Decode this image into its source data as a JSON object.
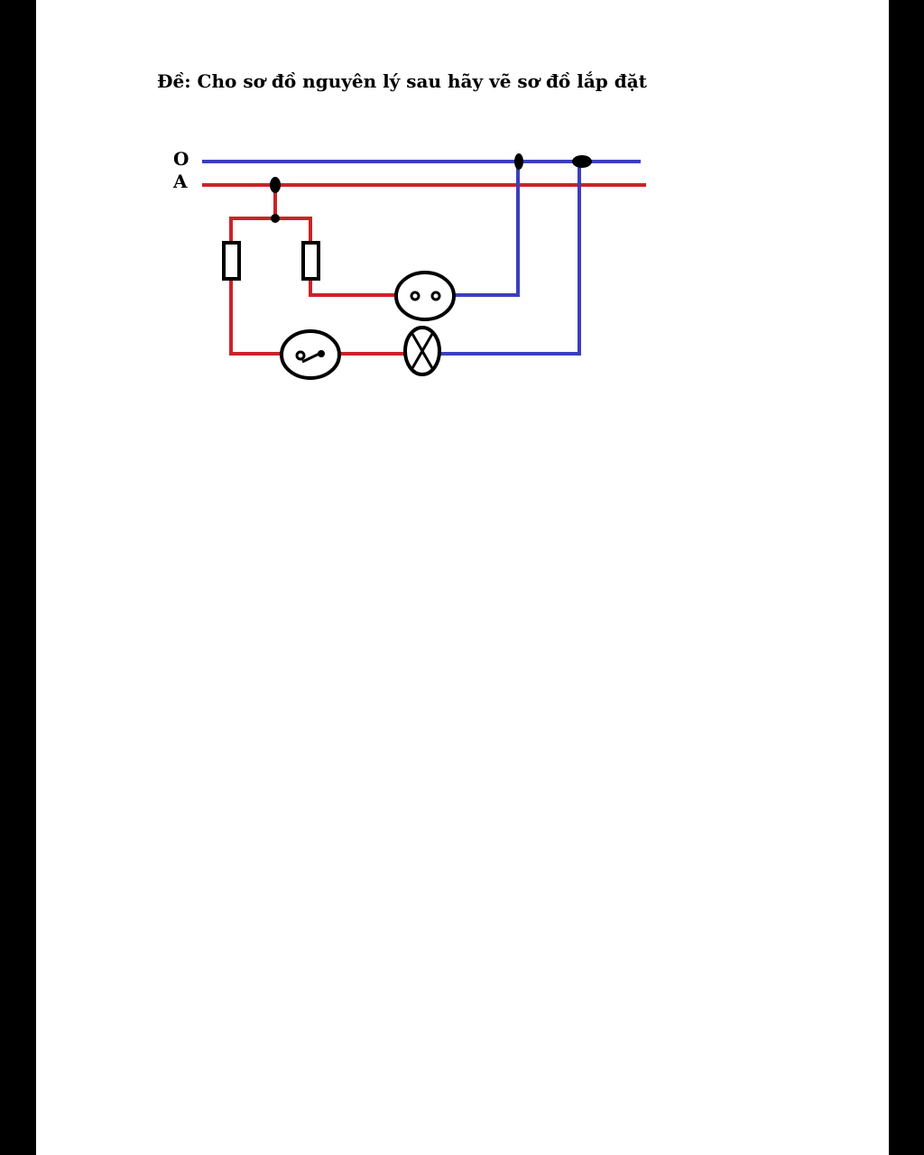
{
  "document": {
    "title": "Đề: Cho sơ đồ nguyên lý sau hãy vẽ sơ đồ lắp đặt"
  },
  "diagram": {
    "neutral_label": "O",
    "phase_label": "A",
    "colors": {
      "neutral_wire": "#3a3fbf",
      "phase_wire": "#cc2229",
      "component_outline": "#000000"
    },
    "components": [
      "fuse",
      "fuse",
      "socket",
      "switch",
      "lamp"
    ]
  }
}
